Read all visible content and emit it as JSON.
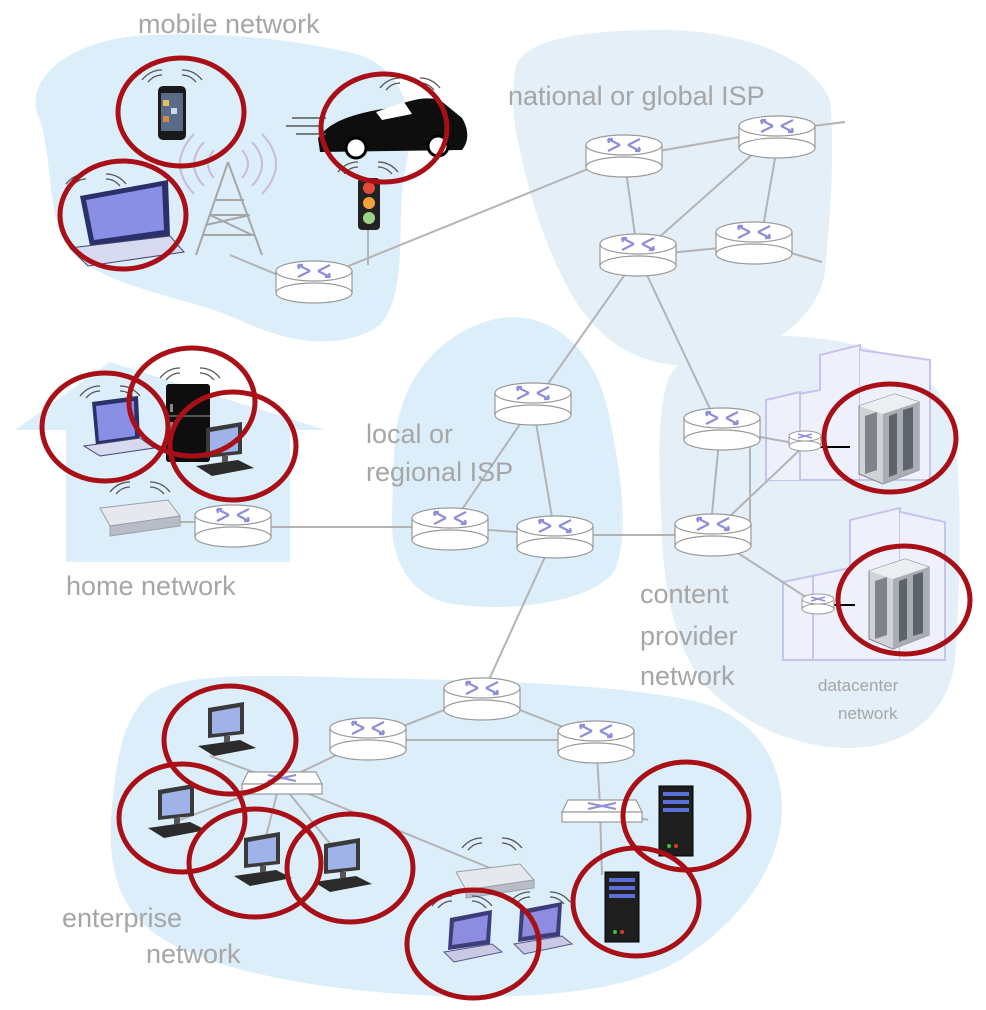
{
  "labels": {
    "mobile": "mobile network",
    "national": "national or global ISP",
    "local_line1": "local or",
    "local_line2": "regional ISP",
    "home": "home network",
    "content_line1": "content",
    "content_line2": "provider",
    "content_line3": "network",
    "datacenter_line1": "datacenter",
    "datacenter_line2": "network",
    "enterprise_line1": "enterprise",
    "enterprise_line2": "network"
  },
  "colors": {
    "region_fill": "#dbeefa",
    "router_body": "#ffffff",
    "router_stroke": "#9a9a9a",
    "router_arrows": "#8f8fd8",
    "link": "#b3b3b3",
    "highlight_circle": "#a80f16",
    "datacenter_building": "#c7c3ea",
    "label_text": "#a6a6a6"
  },
  "icons": [
    "router-icon",
    "switch-icon",
    "smartphone-icon",
    "laptop-icon",
    "car-icon",
    "traffic-light-icon",
    "cell-tower-icon",
    "fridge-icon",
    "desktop-pc-icon",
    "wifi-access-point-icon",
    "server-rack-icon",
    "datacenter-building-icon",
    "highlight-circle-icon"
  ]
}
